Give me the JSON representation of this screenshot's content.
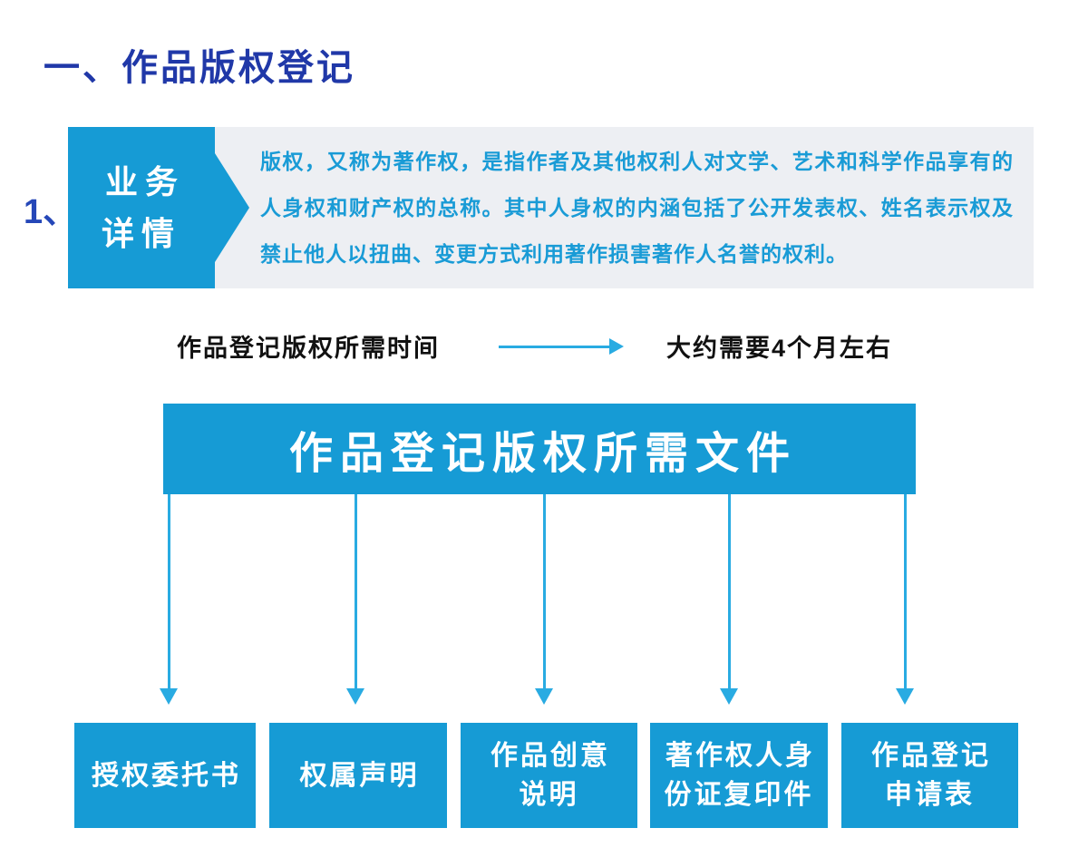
{
  "page": {
    "title": "一、作品版权登记",
    "item_number": "1、"
  },
  "detail": {
    "label": "业务\n详情",
    "description": "版权，又称为著作权，是指作者及其他权利人对文学、艺术和科学作品享有的人身权和财产权的总称。其中人身权的内涵包括了公开发表权、姓名表示权及禁止他人以扭曲、变更方式利用著作损害著作人名誉的权利。"
  },
  "timeline": {
    "label": "作品登记版权所需时间",
    "value": "大约需要4个月左右"
  },
  "documents": {
    "title": "作品登记版权所需文件",
    "items": [
      {
        "label": "授权委托书"
      },
      {
        "label": "权属声明"
      },
      {
        "label": "作品创意\n说明"
      },
      {
        "label": "著作权人身\n份证复印件"
      },
      {
        "label": "作品登记\n申请表"
      }
    ]
  },
  "colors": {
    "primary_blue": "#169bd5",
    "arrow_blue": "#29abe2",
    "title_blue": "#2038a8",
    "panel_gray": "#edeff3",
    "text_black": "#111111"
  }
}
